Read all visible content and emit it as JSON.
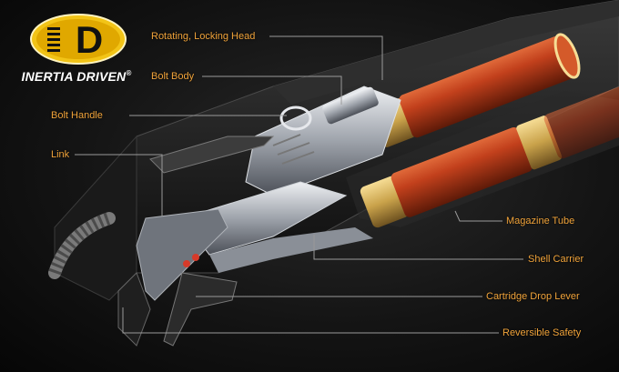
{
  "logo": {
    "badge_letter": "D",
    "name": "INERTIA DRIVEN",
    "mark": "®"
  },
  "labels": [
    {
      "id": "rotating-locking-head",
      "text": "Rotating, Locking Head"
    },
    {
      "id": "bolt-body",
      "text": "Bolt Body"
    },
    {
      "id": "bolt-handle",
      "text": "Bolt Handle"
    },
    {
      "id": "link",
      "text": "Link"
    },
    {
      "id": "magazine-tube",
      "text": "Magazine Tube"
    },
    {
      "id": "shell-carrier",
      "text": "Shell Carrier"
    },
    {
      "id": "cartridge-drop-lever",
      "text": "Cartridge Drop Lever"
    },
    {
      "id": "reversible-safety",
      "text": "Reversible Safety"
    }
  ],
  "colors": {
    "label": "#f0a33a",
    "shell_red": "#b5391a",
    "brass": "#c9a24a",
    "metal": "#b8bcc4",
    "receiver": "#1c1c1c",
    "logo_yellow": "#f2c417"
  }
}
